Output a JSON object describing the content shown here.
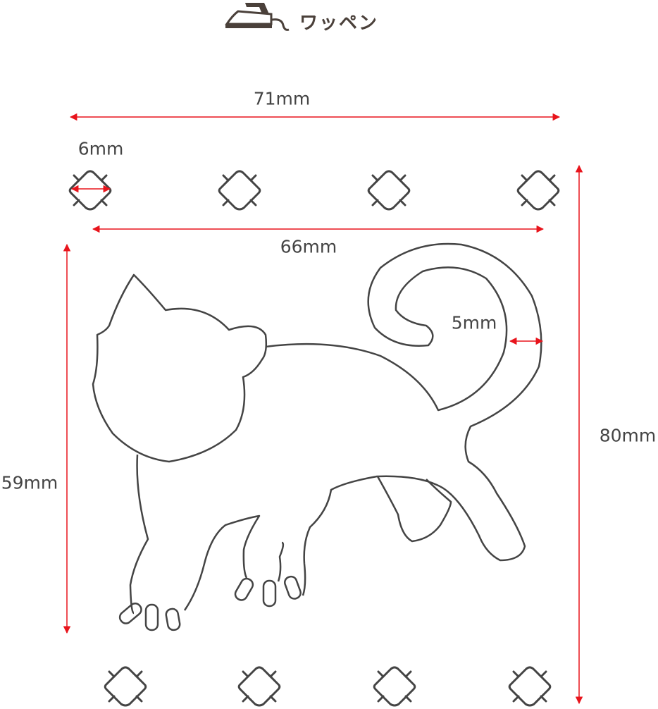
{
  "header": {
    "title": "ワッペン",
    "icon": "iron-icon"
  },
  "dimensions": {
    "total_width": "71mm",
    "clasp_width": "6mm",
    "inner_width": "66mm",
    "cat_height": "59mm",
    "total_height": "80mm",
    "tail_width": "5mm"
  },
  "colors": {
    "outline": "#444444",
    "dimension": "#e8141c"
  }
}
